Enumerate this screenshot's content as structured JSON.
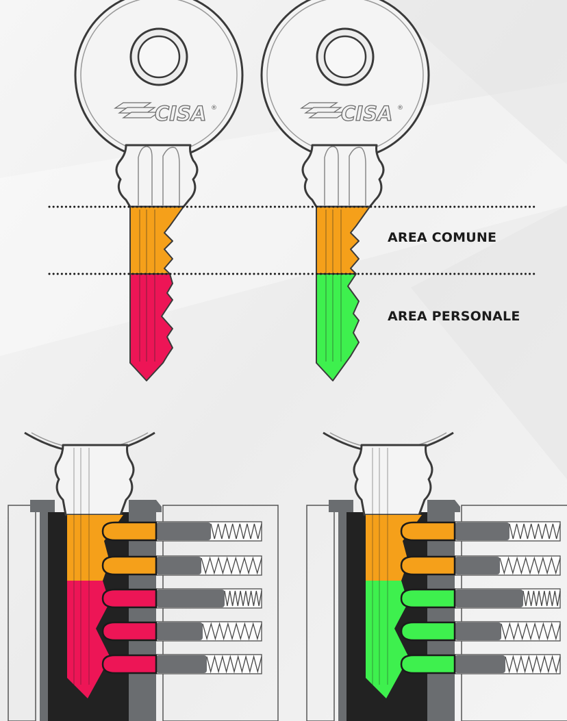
{
  "brand": {
    "text": "CISA",
    "mark": "®"
  },
  "zones": {
    "common": {
      "label": "AREA COMUNE",
      "color": "#f5a01a"
    },
    "personal": {
      "label": "AREA PERSONALE"
    }
  },
  "keys": [
    {
      "name": "key-left",
      "personal_color": "#ed1556"
    },
    {
      "name": "key-right",
      "personal_color": "#3ef04e"
    }
  ],
  "cylinders": [
    {
      "name": "cylinder-left",
      "personal_color": "#ed1556",
      "pins": [
        "common",
        "common",
        "personal",
        "personal",
        "personal"
      ]
    },
    {
      "name": "cylinder-right",
      "personal_color": "#3ef04e",
      "pins": [
        "common",
        "common",
        "personal",
        "personal",
        "personal"
      ]
    }
  ],
  "colors": {
    "housing": "#6a6d70",
    "plug": "#222222",
    "outline": "#3a3a3a",
    "key_silver": "#f4f4f4"
  }
}
